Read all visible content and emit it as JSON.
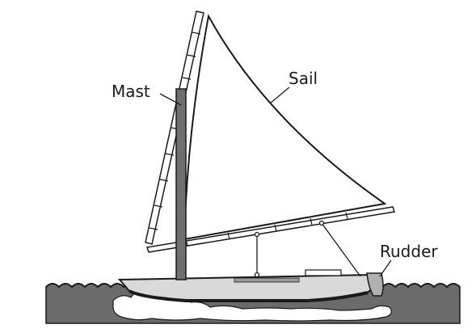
{
  "diagram": {
    "labels": {
      "mast": "Mast",
      "sail": "Sail",
      "rudder": "Rudder"
    },
    "colors": {
      "water": "#6b6b6b",
      "sail": "#ffffff",
      "mast": "#6f6f6f",
      "hull": "#d9d9d9",
      "line": "#1a1a1a"
    }
  }
}
